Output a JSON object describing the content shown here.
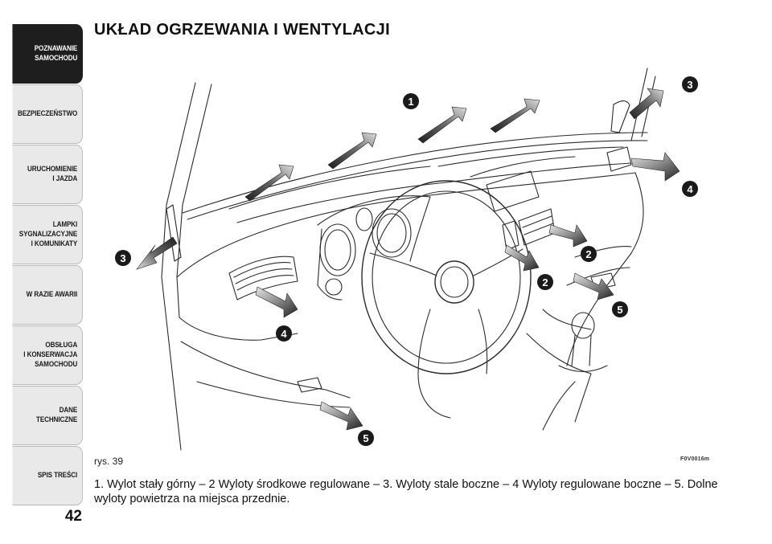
{
  "sidebar": {
    "tabs": [
      {
        "label": "POZNAWANIE\nSAMOCHODU",
        "active": true
      },
      {
        "label": "BEZPIECZEŃSTWO",
        "active": false
      },
      {
        "label": "URUCHOMIENIE\nI JAZDA",
        "active": false
      },
      {
        "label": "LAMPKI\nSYGNALIZACYJNE\nI KOMUNIKATY",
        "active": false
      },
      {
        "label": "W RAZIE AWARII",
        "active": false
      },
      {
        "label": "OBSŁUGA\nI KONSERWACJA\nSAMOCHODU",
        "active": false
      },
      {
        "label": "DANE\nTECHNICZNE",
        "active": false
      },
      {
        "label": "SPIS TREŚCI",
        "active": false
      }
    ],
    "page_number": "42"
  },
  "page": {
    "title": "UKŁAD OGRZEWANIA I WENTYLACJI"
  },
  "figure": {
    "label": "rys. 39",
    "code": "F0V0016m",
    "callouts": [
      "1",
      "2",
      "2",
      "3",
      "3",
      "4",
      "4",
      "5",
      "5"
    ]
  },
  "caption": {
    "text": "1. Wylot stały górny – 2 Wyloty środkowe regulowane – 3. Wyloty stale boczne – 4 Wyloty regulowane boczne – 5. Dolne wyloty powietrza na miejsca przednie."
  },
  "colors": {
    "active_tab": "#1e1e1e",
    "tab": "#e9e9e9",
    "arrow_dark": "#2a2a2a",
    "arrow_light": "#c8c8c8",
    "callout_badge": "#1a1a1a"
  }
}
